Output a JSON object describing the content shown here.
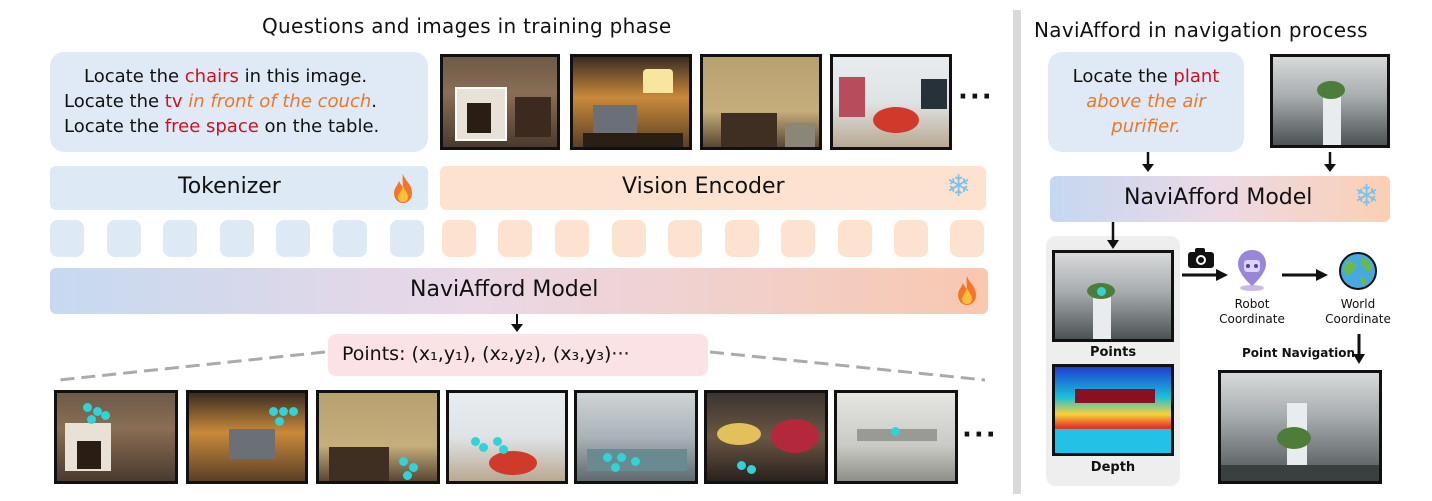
{
  "left": {
    "title": "Questions and images in training phase",
    "questions": [
      {
        "pre": "Locate the ",
        "hl": "chairs",
        "post": " in this image."
      },
      {
        "pre": "Locate the ",
        "hl": "tv",
        "mid": " in front of the couch",
        "post": "."
      },
      {
        "pre": "Locate the ",
        "hl": "free space",
        "post": " on the table."
      }
    ],
    "ellipsis": "···",
    "tokenizer": "Tokenizer",
    "vision_encoder": "Vision Encoder",
    "model": "NaviAfford Model",
    "points_label": "Points: (x",
    "points_full": "Points: (x₁,y₁), (x₂,y₂), (x₃,y₃)···"
  },
  "right": {
    "title": "NaviAfford in navigation process",
    "q_pre": "Locate the ",
    "q_hl": "plant",
    "q_orange": "above the air purifier.",
    "model": "NaviAfford Model",
    "points_label": "Points",
    "depth_label": "Depth",
    "robot_coord": "Robot Coordinate",
    "world_coord": "World Coordinate",
    "point_nav": "Point Navigation"
  },
  "icons": {
    "fire": "fire-icon",
    "snow": "snowflake-icon",
    "camera": "camera-icon",
    "robot": "robot-pin-icon",
    "globe": "globe-icon"
  }
}
